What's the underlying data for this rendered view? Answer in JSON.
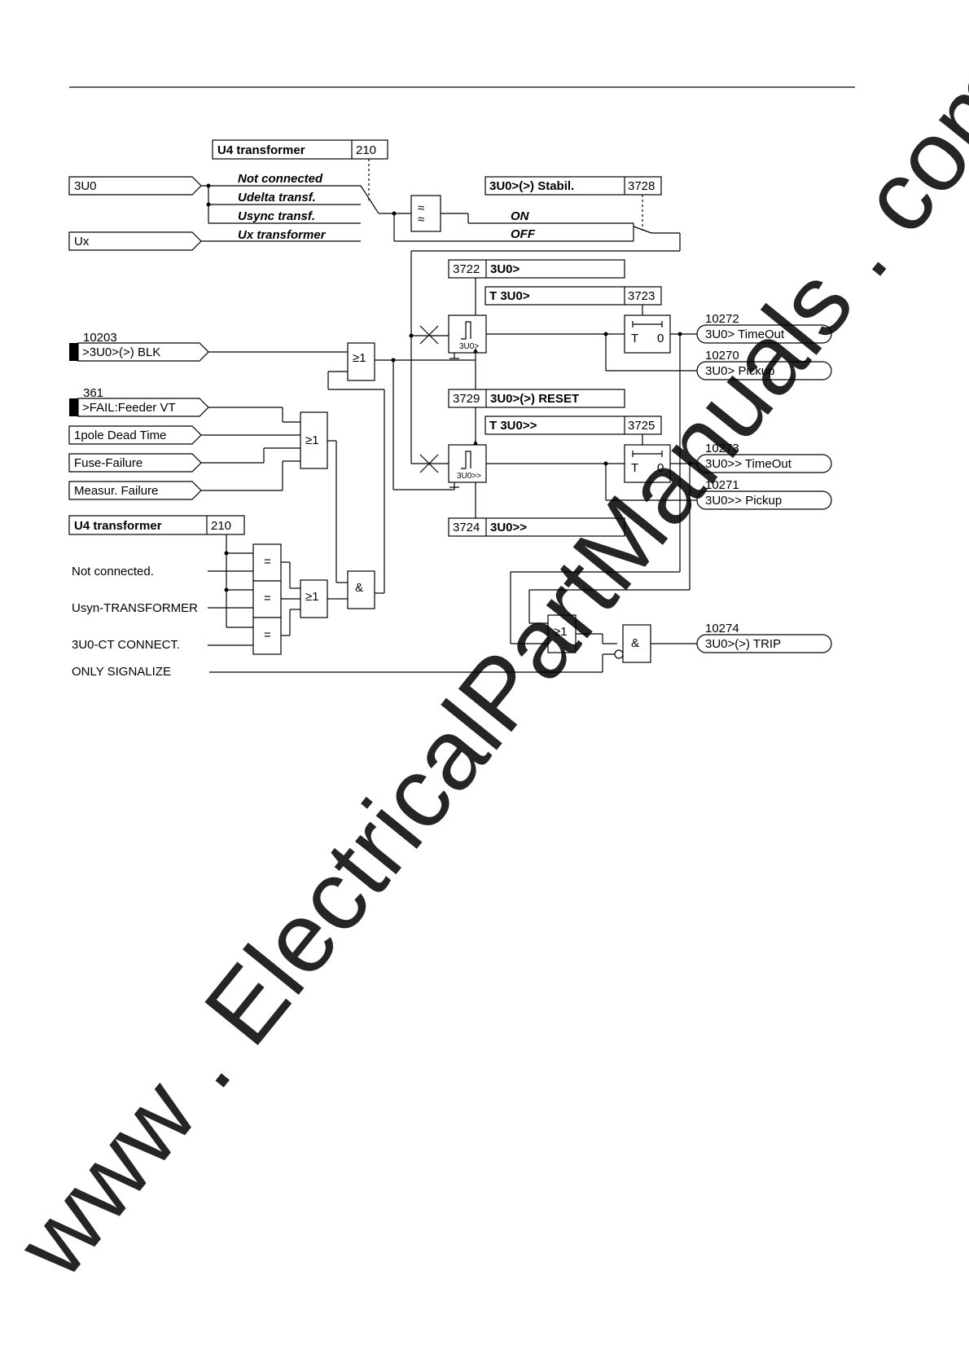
{
  "inputs": {
    "u_3u0": "3U0",
    "u_ux": "Ux",
    "blk_num": "10203",
    "blk": ">3U0>(>) BLK",
    "fail_num": "361",
    "fail": ">FAIL:Feeder VT",
    "dead_time": "1pole Dead Time",
    "fuse": "Fuse-Failure",
    "measur": "Measur. Failure"
  },
  "u4_top": {
    "label": "U4 transformer",
    "addr": "210"
  },
  "u4_options": [
    "Not connected",
    "Udelta transf.",
    "Usync transf.",
    "Ux transformer"
  ],
  "stabil": {
    "label": "3U0>(>) Stabil.",
    "addr": "3728",
    "on": "ON",
    "off": "OFF"
  },
  "settings": {
    "s3722_addr": "3722",
    "s3722": "3U0>",
    "s3723": "T 3U0>",
    "s3723_addr": "3723",
    "s3729_addr": "3729",
    "s3729": "3U0>(>) RESET",
    "s3725": "T 3U0>>",
    "s3725_addr": "3725",
    "s3724_addr": "3724",
    "s3724": "3U0>>"
  },
  "u4_bottom": {
    "label": "U4 transformer",
    "addr": "210",
    "opts": [
      "Not connected.",
      "Usyn-TRANSFORMER",
      "3U0-CT CONNECT.",
      "ONLY SIGNALIZE"
    ]
  },
  "gates": {
    "or": "≥1",
    "and": "&",
    "eq": "=",
    "t": "T",
    "zero": "0",
    "lvl1": "3U0>",
    "lvl2": "3U0>>"
  },
  "outputs": [
    {
      "num": "10272",
      "label": "3U0> TimeOut"
    },
    {
      "num": "10270",
      "label": "3U0> Pickup"
    },
    {
      "num": "10273",
      "label": "3U0>> TimeOut"
    },
    {
      "num": "10271",
      "label": "3U0>> Pickup"
    },
    {
      "num": "10274",
      "label": "3U0>(>) TRIP"
    }
  ],
  "watermark": "www . ElectricalPartManuals . com"
}
